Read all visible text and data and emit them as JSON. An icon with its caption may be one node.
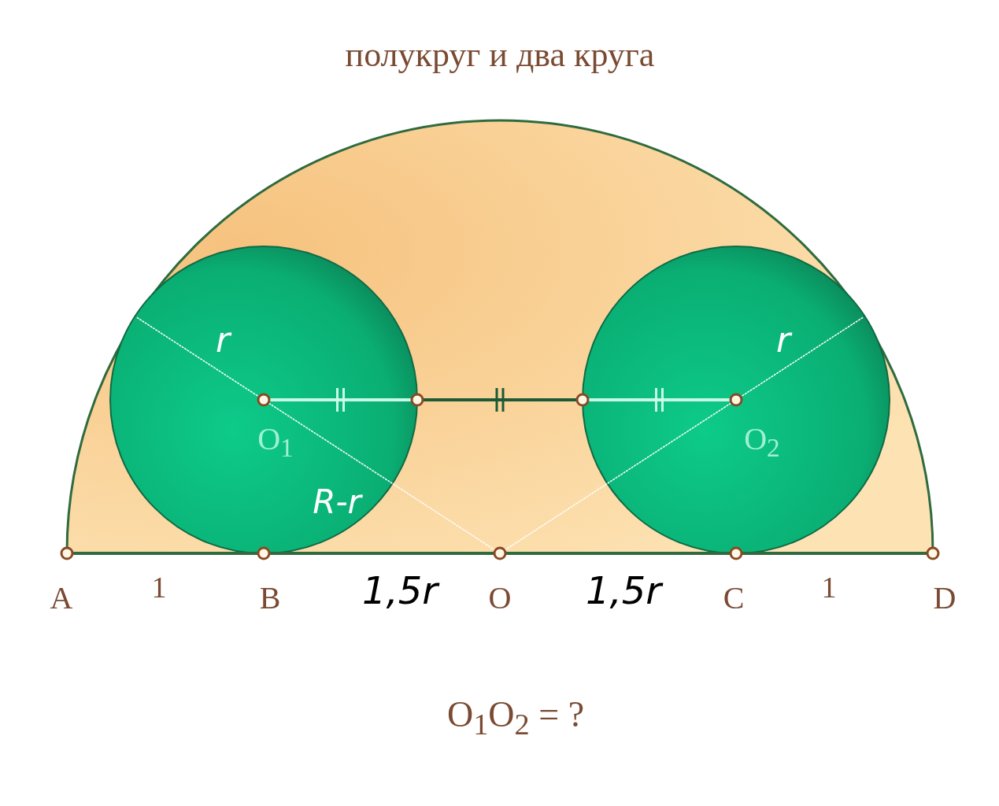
{
  "diagram": {
    "title": "полукруг и два круга",
    "caption": "O$_{1}$O$_{2}$ = ?",
    "labels": [
      "r",
      "r",
      "O$_{1}$",
      "O$_{2}$",
      "R-r",
      "A",
      "1",
      "B",
      "1,5r",
      "O",
      "1,5r",
      "C",
      "1",
      "D"
    ]
  }
}
